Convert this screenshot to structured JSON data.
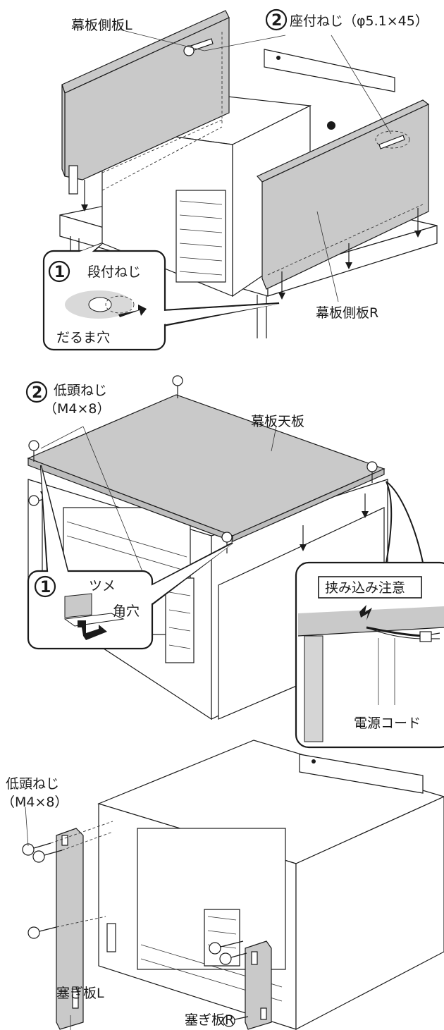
{
  "section1": {
    "label_side_L": "幕板側板L",
    "step2_num": "2",
    "step2_text": "座付ねじ（φ5.1×45）",
    "step1_num": "1",
    "step1_screw": "段付ねじ",
    "step1_hole": "だるま穴",
    "label_side_R": "幕板側板R"
  },
  "section2": {
    "step2_num": "2",
    "step2_text1": "低頭ねじ",
    "step2_text2": "（M4×8）",
    "label_top": "幕板天板",
    "step1_num": "1",
    "step1_tab": "ツメ",
    "step1_hole": "角穴",
    "caution": "挟み込み注意",
    "cord": "電源コード"
  },
  "section3": {
    "screw_text1": "低頭ねじ",
    "screw_text2": "（M4×8）",
    "label_plate_L": "塞ぎ板L",
    "label_plate_R": "塞ぎ板R"
  },
  "colors": {
    "panel_grey": "#c9c9c9",
    "line": "#1a1a1a",
    "background": "#ffffff"
  }
}
